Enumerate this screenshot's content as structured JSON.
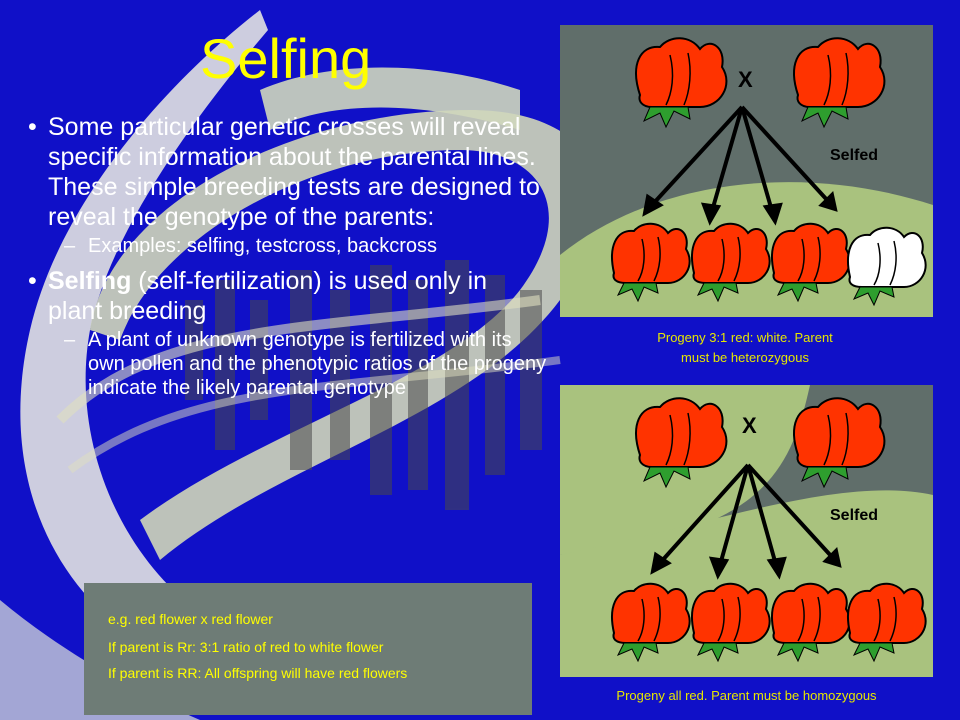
{
  "slide": {
    "title": "Selfing",
    "bullets": [
      {
        "text": "Some particular genetic crosses will reveal specific information about the parental lines. These simple breeding tests are designed to reveal the genotype of the parents:",
        "sub": [
          "Examples: selfing, testcross, backcross"
        ]
      },
      {
        "bold": "Selfing",
        "text": " (self-fertilization) is used only in plant breeding",
        "sub": [
          "A plant of unknown genotype is fertilized with its own pollen and the phenotypic ratios of the progeny indicate the likely parental genotype"
        ]
      }
    ]
  },
  "diagram_top": {
    "cross_label": "X",
    "selfed_label": "Selfed",
    "caption_line1": "Progeny 3:1 red: white. Parent",
    "caption_line2": "must be heterozygous"
  },
  "diagram_bottom": {
    "cross_label": "X",
    "selfed_label": "Selfed",
    "caption": "Progeny all red. Parent must be homozygous"
  },
  "example": {
    "line1": "e.g. red flower x red flower",
    "line2": "If parent is Rr: 3:1 ratio of red to white flower",
    "line3": "If parent is RR: All offspring will have red flowers"
  },
  "colors": {
    "background": "#1010c8",
    "title": "#ffff00",
    "red_flower": "#ff3300",
    "white_flower": "#ffffff",
    "panel_grey": "#606e6a",
    "panel_green": "#a9c27e"
  }
}
